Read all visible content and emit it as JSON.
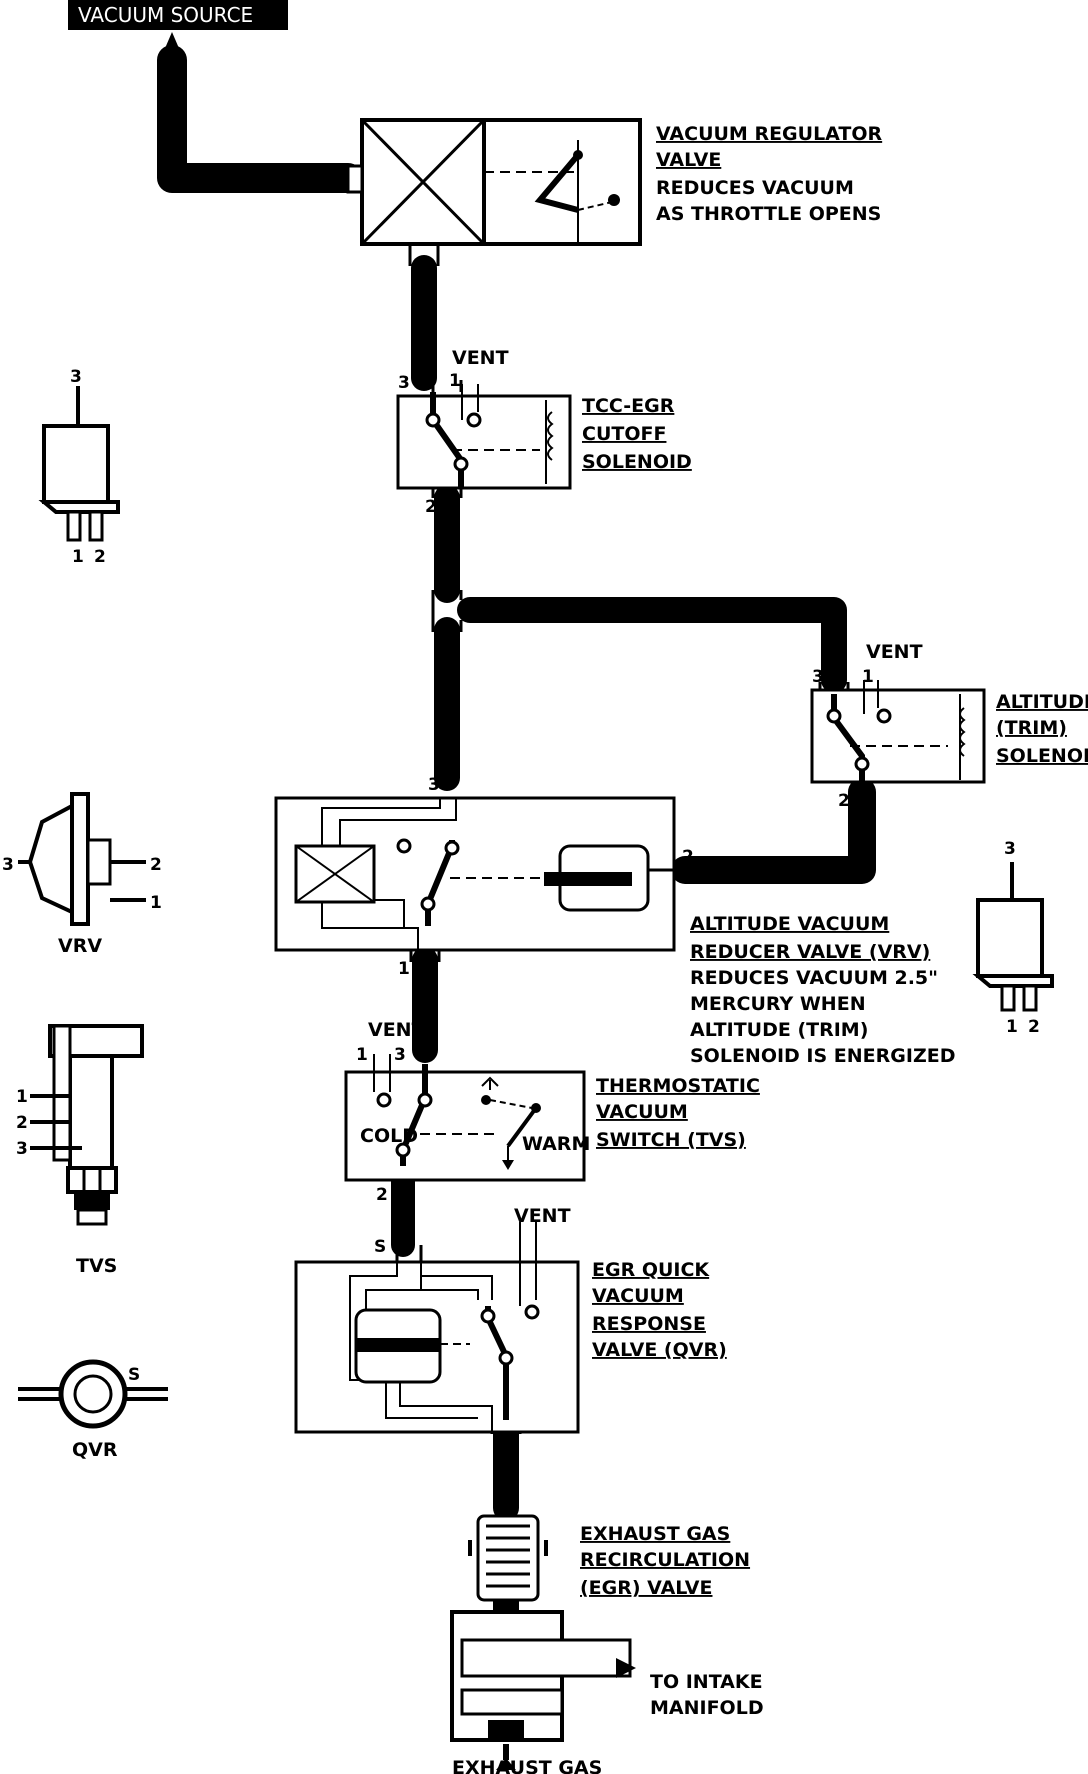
{
  "source_label": "VACUUM SOURCE",
  "vrv_reg": {
    "line1": "VACUUM REGULATOR",
    "line2": "VALVE",
    "line3": "REDUCES VACUUM",
    "line4": "AS THROTTLE OPENS"
  },
  "tcc": {
    "line1": "TCC-EGR",
    "line2": "CUTOFF",
    "line3": "SOLENOID",
    "vent": "VENT",
    "pin1": "1",
    "pin2": "2",
    "pin3": "3"
  },
  "altitude": {
    "line1": "ALTITUDE",
    "line2": "(TRIM)",
    "line3": "SOLENOID",
    "vent": "VENT",
    "pin1": "1",
    "pin2": "2",
    "pin3": "3"
  },
  "vrv": {
    "line1": "ALTITUDE VACUUM",
    "line2": "REDUCER VALVE (VRV)",
    "line3": "REDUCES VACUUM 2.5\"",
    "line4": "MERCURY WHEN",
    "line5": "ALTITUDE (TRIM)",
    "line6": "SOLENOID IS ENERGIZED",
    "pin1": "1",
    "pin2": "2",
    "pin3": "3"
  },
  "tvs": {
    "line1": "THERMOSTATIC",
    "line2": "VACUUM",
    "line3": "SWITCH (TVS)",
    "vent": "VENT",
    "cold": "COLD",
    "warm": "WARM",
    "pin1": "1",
    "pin2": "2",
    "pin3": "3"
  },
  "qvr": {
    "line1": "EGR QUICK",
    "line2": "VACUUM",
    "line3": "RESPONSE",
    "line4": "VALVE (QVR)",
    "vent": "VENT",
    "pin_s": "S"
  },
  "egr": {
    "line1": "EXHAUST GAS",
    "line2": "RECIRCULATION",
    "line3": "(EGR) VALVE",
    "intake1": "TO INTAKE",
    "intake2": "MANIFOLD",
    "exhaust": "EXHAUST GAS"
  },
  "side": {
    "sol_left": {
      "p3": "3",
      "p1": "1",
      "p2": "2"
    },
    "sol_right": {
      "p3": "3",
      "p1": "1",
      "p2": "2"
    },
    "vrv_icon": {
      "label": "VRV",
      "p3": "3",
      "p2": "2",
      "p1": "1"
    },
    "tvs_icon": {
      "label": "TVS",
      "p1": "1",
      "p2": "2",
      "p3": "3"
    },
    "qvr_icon": {
      "label": "QVR",
      "ps": "S"
    }
  }
}
